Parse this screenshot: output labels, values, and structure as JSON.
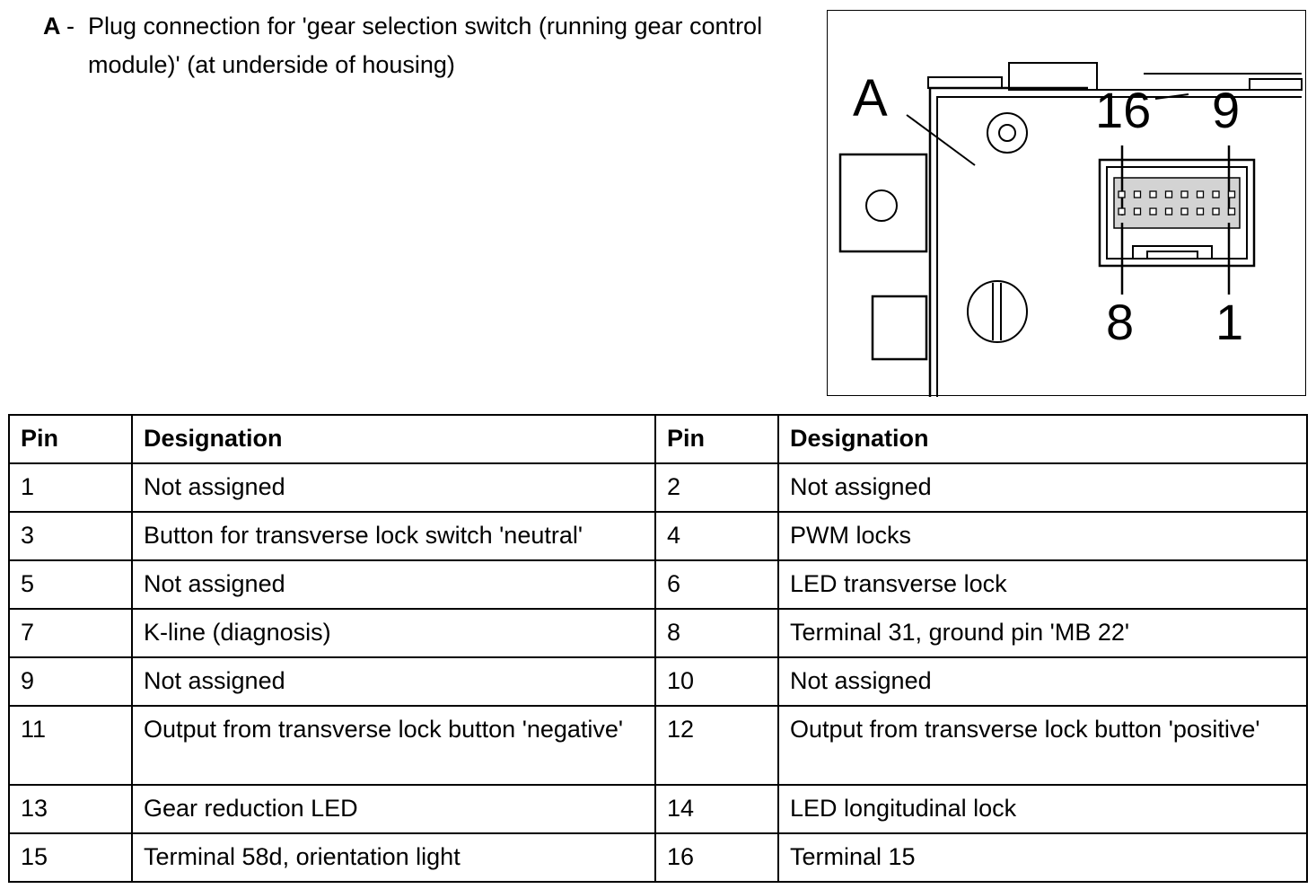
{
  "legend": {
    "key": "A",
    "dash": "-",
    "text": "Plug connection for 'gear selection switch (running gear control module)' (at underside of housing)"
  },
  "figure": {
    "callout_a": "A",
    "pin_labels": {
      "top_left": "16",
      "top_right": "9",
      "bottom_left": "8",
      "bottom_right": "1"
    }
  },
  "table": {
    "headers": [
      "Pin",
      "Designation",
      "Pin",
      "Designation"
    ],
    "rows": [
      [
        "1",
        "Not assigned",
        "2",
        "Not assigned"
      ],
      [
        "3",
        "Button for transverse lock switch 'neutral'",
        "4",
        "PWM locks"
      ],
      [
        "5",
        "Not assigned",
        "6",
        "LED transverse lock"
      ],
      [
        "7",
        "K-line (diagnosis)",
        "8",
        "Terminal 31, ground pin 'MB 22'"
      ],
      [
        "9",
        "Not assigned",
        "10",
        "Not assigned"
      ],
      [
        "11",
        "Output from transverse lock button 'negative'",
        "12",
        "Output from transverse lock button 'positive'"
      ],
      [
        "13",
        "Gear reduction LED",
        "14",
        "LED longitudinal lock"
      ],
      [
        "15",
        "Terminal 58d, orientation light",
        "16",
        "Terminal 15"
      ]
    ]
  }
}
